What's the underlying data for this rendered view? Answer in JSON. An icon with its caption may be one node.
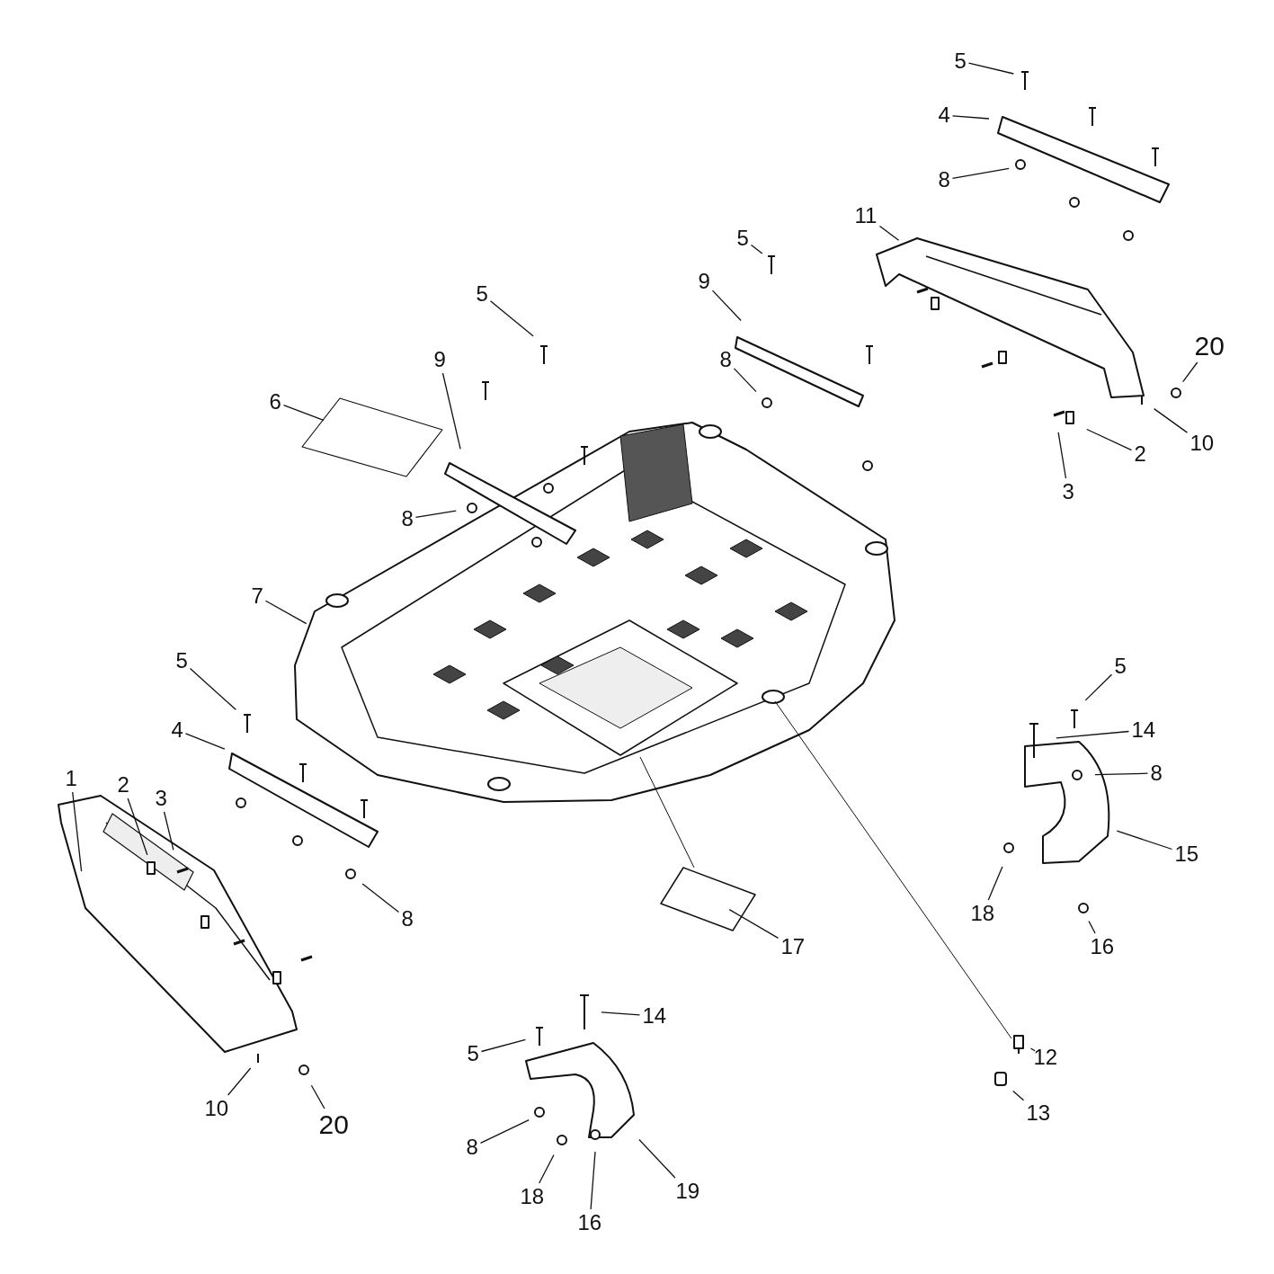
{
  "diagram": {
    "nodes": [
      {
        "text": [
          "5"
        ]
      },
      {
        "text": [
          "4"
        ]
      },
      {
        "text": [
          "8"
        ]
      },
      {
        "text": [
          "11"
        ]
      },
      {
        "text": [
          "5"
        ]
      },
      {
        "text": [
          "9"
        ]
      },
      {
        "text": [
          "5"
        ]
      },
      {
        "text": [
          "20"
        ]
      },
      {
        "text": [
          "9"
        ]
      },
      {
        "text": [
          "8"
        ]
      },
      {
        "text": [
          "6"
        ]
      },
      {
        "text": [
          "10"
        ]
      },
      {
        "text": [
          "2"
        ]
      },
      {
        "text": [
          "3"
        ]
      },
      {
        "text": [
          "8"
        ]
      },
      {
        "text": [
          "7"
        ]
      },
      {
        "text": [
          "5"
        ]
      },
      {
        "text": [
          "5"
        ]
      },
      {
        "text": [
          "4"
        ]
      },
      {
        "text": [
          "14"
        ]
      },
      {
        "text": [
          "8"
        ]
      },
      {
        "text": [
          "1"
        ]
      },
      {
        "text": [
          "2"
        ]
      },
      {
        "text": [
          "3"
        ]
      },
      {
        "text": [
          "15"
        ]
      },
      {
        "text": [
          "18"
        ]
      },
      {
        "text": [
          "8"
        ]
      },
      {
        "text": [
          "16"
        ]
      },
      {
        "text": [
          "17"
        ]
      },
      {
        "text": [
          "14"
        ]
      },
      {
        "text": [
          "5"
        ]
      },
      {
        "text": [
          "12"
        ]
      },
      {
        "text": [
          "10"
        ]
      },
      {
        "text": [
          "13"
        ]
      },
      {
        "text": [
          "20"
        ]
      },
      {
        "text": [
          "8"
        ]
      },
      {
        "text": [
          "19"
        ]
      },
      {
        "text": [
          "18"
        ]
      },
      {
        "text": [
          "16"
        ]
      }
    ],
    "edges": [
      {
        "from": 0,
        "to": null,
        "arrow": "none"
      },
      {
        "from": 1,
        "to": null,
        "arrow": "none"
      },
      {
        "from": 2,
        "to": null,
        "arrow": "none"
      },
      {
        "from": 3,
        "to": null,
        "arrow": "none"
      },
      {
        "from": 4,
        "to": null,
        "arrow": "none"
      },
      {
        "from": 5,
        "to": null,
        "arrow": "none"
      },
      {
        "from": 6,
        "to": null,
        "arrow": "none"
      },
      {
        "from": 7,
        "to": null,
        "arrow": "none"
      },
      {
        "from": 8,
        "to": null,
        "arrow": "none"
      },
      {
        "from": 9,
        "to": null,
        "arrow": "none"
      },
      {
        "from": 10,
        "to": null,
        "arrow": "none"
      },
      {
        "from": 11,
        "to": null,
        "arrow": "none"
      },
      {
        "from": 12,
        "to": null,
        "arrow": "none"
      },
      {
        "from": 13,
        "to": null,
        "arrow": "none"
      },
      {
        "from": 14,
        "to": null,
        "arrow": "none"
      },
      {
        "from": 15,
        "to": null,
        "arrow": "none"
      },
      {
        "from": 16,
        "to": null,
        "arrow": "none"
      },
      {
        "from": 17,
        "to": null,
        "arrow": "none"
      },
      {
        "from": 18,
        "to": null,
        "arrow": "none"
      },
      {
        "from": 19,
        "to": null,
        "arrow": "none"
      },
      {
        "from": 20,
        "to": null,
        "arrow": "none"
      },
      {
        "from": 21,
        "to": null,
        "arrow": "none"
      },
      {
        "from": 22,
        "to": null,
        "arrow": "none"
      },
      {
        "from": 23,
        "to": null,
        "arrow": "none"
      },
      {
        "from": 24,
        "to": null,
        "arrow": "none"
      },
      {
        "from": 25,
        "to": null,
        "arrow": "none"
      },
      {
        "from": 26,
        "to": null,
        "arrow": "none"
      },
      {
        "from": 27,
        "to": null,
        "arrow": "none"
      },
      {
        "from": 28,
        "to": null,
        "arrow": "none"
      },
      {
        "from": 29,
        "to": null,
        "arrow": "none"
      },
      {
        "from": 30,
        "to": null,
        "arrow": "none"
      },
      {
        "from": 31,
        "to": null,
        "arrow": "none"
      },
      {
        "from": 32,
        "to": null,
        "arrow": "none"
      },
      {
        "from": 33,
        "to": null,
        "arrow": "none"
      },
      {
        "from": 34,
        "to": null,
        "arrow": "none"
      },
      {
        "from": 35,
        "to": null,
        "arrow": "none"
      },
      {
        "from": 36,
        "to": null,
        "arrow": "none"
      },
      {
        "from": 37,
        "to": null,
        "arrow": "none"
      },
      {
        "from": 38,
        "to": null,
        "arrow": "none"
      }
    ]
  }
}
